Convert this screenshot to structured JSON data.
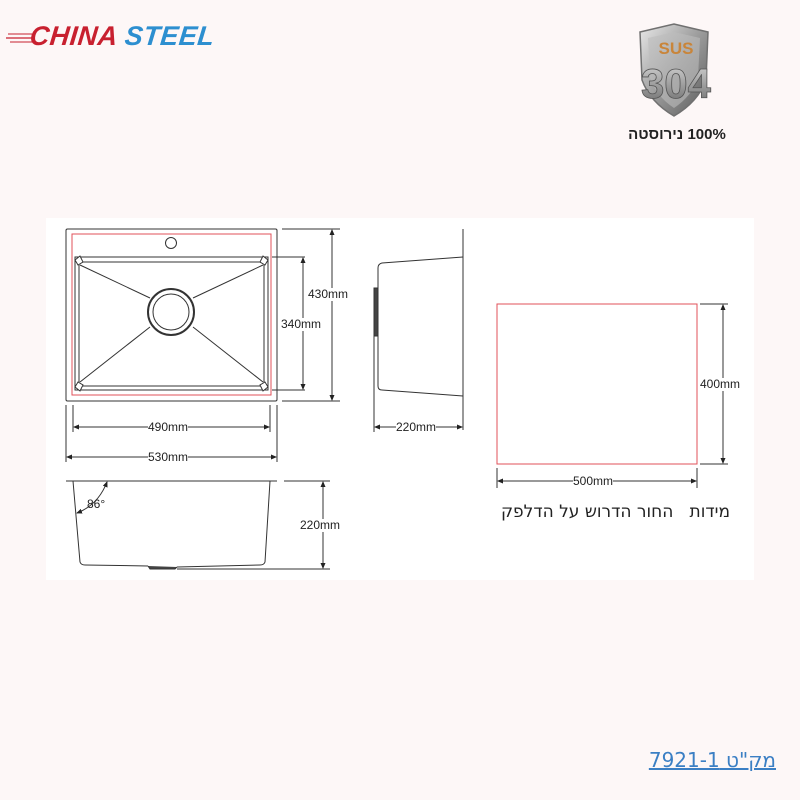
{
  "brand": {
    "logo_part1": "CHINA",
    "logo_part2": "STEEL",
    "color_red": "#c8202f",
    "color_blue": "#2d8fd0"
  },
  "badge": {
    "top_text": "SUS",
    "number": "304",
    "caption": "100% נירוסטה"
  },
  "top_view": {
    "width_inner": "490mm",
    "width_outer": "530mm",
    "height_outer": "430mm",
    "height_inner": "340mm"
  },
  "side_view": {
    "depth": "220mm"
  },
  "front_view": {
    "angle": "86°",
    "depth": "220mm"
  },
  "cutout": {
    "width": "500mm",
    "height": "400mm",
    "caption": "מידות   החור הדרוש על הדלפק",
    "outline_color": "#e0505a"
  },
  "sku": {
    "label": "מק\"ט 7921-1"
  }
}
